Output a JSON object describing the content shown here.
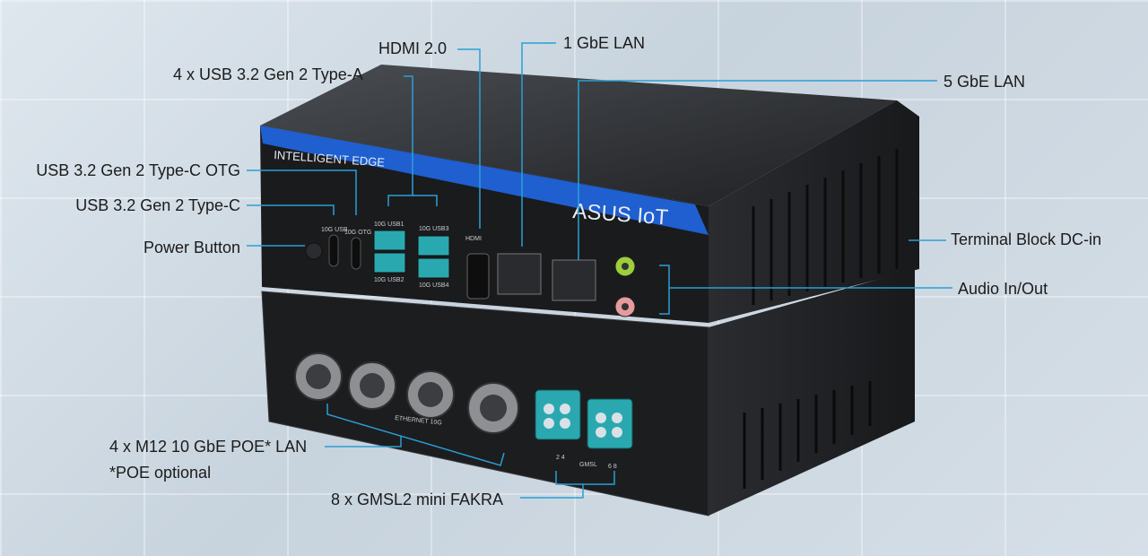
{
  "device": {
    "band_text": "INTELLIGENT EDGE",
    "brand": "ASUS IoT",
    "port_marks": [
      "10G USB",
      "10G OTG",
      "10G USB1",
      "10G USB2",
      "10G USB3",
      "10G USB4",
      "HDMI",
      "ETHERNET 10G",
      "GMSL",
      "2 4",
      "6 8"
    ]
  },
  "callouts": {
    "hdmi": "HDMI 2.0",
    "usb_a": "4 x USB 3.2 Gen 2 Type-A",
    "lan1": "1 GbE LAN",
    "lan5": "5 GbE LAN",
    "usbc_otg": "USB 3.2 Gen 2 Type-C OTG",
    "usbc": "USB 3.2 Gen 2 Type-C",
    "power": "Power Button",
    "dcin": "Terminal Block DC-in",
    "audio": "Audio In/Out",
    "m12": "4 x M12 10 GbE POE* LAN",
    "poe_note": "*POE optional",
    "gmsl": "8 x GMSL2 mini FAKRA"
  },
  "colors": {
    "callout": "#2a9fd6",
    "band": "#1f5fd0",
    "teal": "#2aa8b0"
  }
}
